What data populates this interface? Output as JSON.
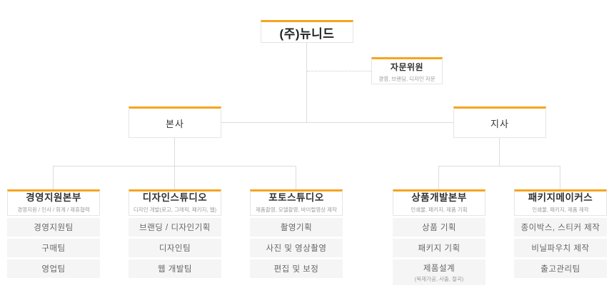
{
  "colors": {
    "accent": "#f6a41f",
    "connector": "#dcdcdc",
    "team_row_bg": "#f5f5f5"
  },
  "root": {
    "title": "(주)뉴니드"
  },
  "advisor": {
    "title": "자문위원",
    "subtitle": "경영, 브랜딩, 디자인 자문"
  },
  "branches": [
    {
      "title": "본사"
    },
    {
      "title": "지사"
    }
  ],
  "departments": [
    {
      "title": "경영지원본부",
      "subtitle": "경영지원 / 인사 / 회계 / 제휴협력",
      "teams": [
        {
          "label": "경영지원팀"
        },
        {
          "label": "구매팀"
        },
        {
          "label": "영업팀"
        }
      ]
    },
    {
      "title": "디자인스튜디오",
      "subtitle": "디자인 개발(로고, 그래픽, 패키지, 웹)",
      "teams": [
        {
          "label": "브랜딩 / 디자인기획"
        },
        {
          "label": "디자인팀"
        },
        {
          "label": "웹 개발팀"
        }
      ]
    },
    {
      "title": "포토스튜디오",
      "subtitle": "제품촬영, 모델촬영, 바이럴영상 제작",
      "teams": [
        {
          "label": "촬영기획"
        },
        {
          "label": "사진 및 영상촬영"
        },
        {
          "label": "편집 및 보정"
        }
      ]
    },
    {
      "title": "상품개발본부",
      "subtitle": "인쇄물, 패키지, 제품 기획",
      "teams": [
        {
          "label": "상품 기획"
        },
        {
          "label": "패키지 기획"
        },
        {
          "label": "제품설계",
          "sublabel": "(목재가공, 사출, 절곡)"
        }
      ]
    },
    {
      "title": "패키지메이커스",
      "subtitle": "인쇄물, 패키지, 제품 제작",
      "teams": [
        {
          "label": "종이박스, 스티커 제작"
        },
        {
          "label": "비닐파우치 제작"
        },
        {
          "label": "출고관리팀"
        }
      ]
    }
  ]
}
